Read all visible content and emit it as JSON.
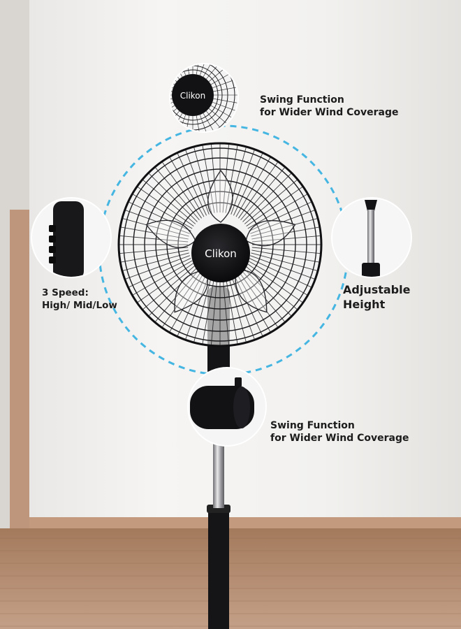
{
  "brand": "Clikon",
  "colors": {
    "wall": "#f1f0ee",
    "wood_floor": "#b38a6c",
    "fan_black": "#141416",
    "dashed_ring": "#45b6e2",
    "text": "#1c1c1c"
  },
  "callouts": {
    "swing_top": {
      "line1": "Swing Function",
      "line2": "for Wider Wind Coverage"
    },
    "speed": {
      "line1": "3 Speed:",
      "line2": "High/ Mid/Low"
    },
    "height": {
      "line1": "Adjustable",
      "line2": "Height"
    },
    "swing_bottom": {
      "line1": "Swing Function",
      "line2": "for Wider Wind Coverage"
    }
  }
}
